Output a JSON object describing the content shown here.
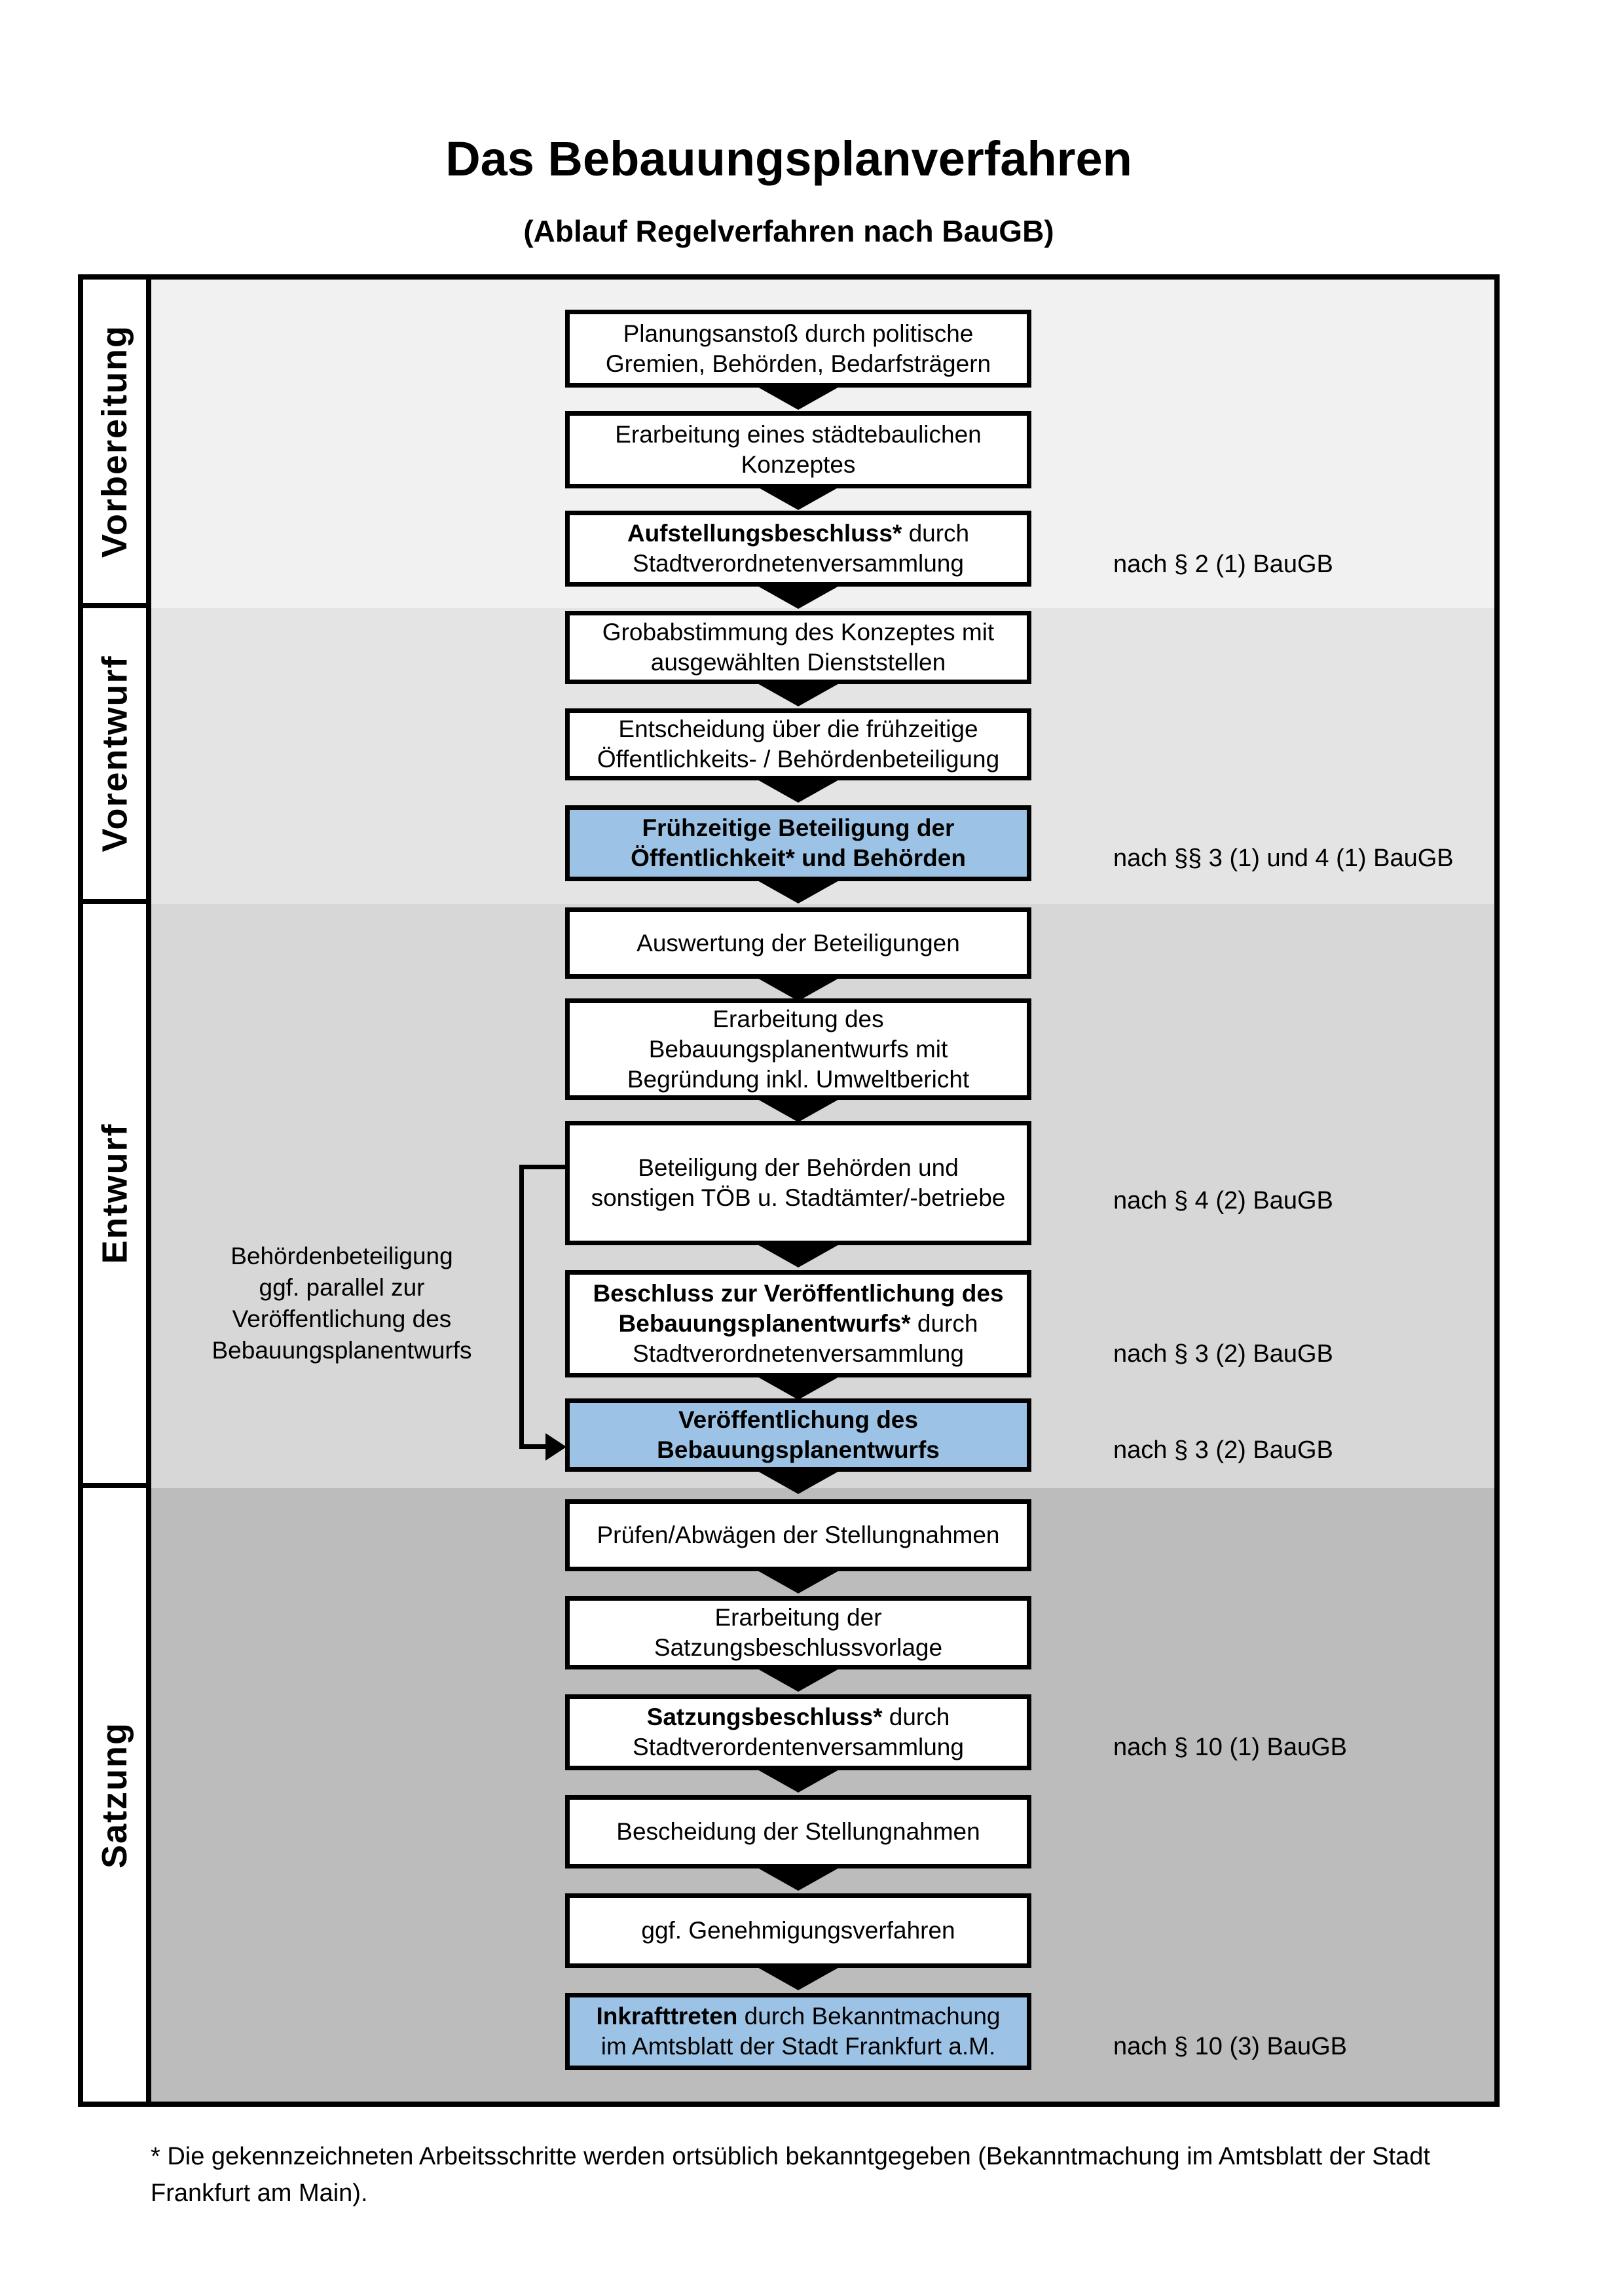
{
  "title": "Das Bebauungsplanverfahren",
  "subtitle": "(Ablauf Regelverfahren nach BauGB)",
  "colors": {
    "highlight_box": "#9cc3e5",
    "box_background": "#ffffff",
    "box_border": "#000000",
    "phase_backgrounds": [
      "#f1f1f1",
      "#e4e4e4",
      "#d7d7d7",
      "#bcbcbc"
    ]
  },
  "phases": [
    {
      "label": "Vorbereitung"
    },
    {
      "label": "Vorentwurf"
    },
    {
      "label": "Entwurf"
    },
    {
      "label": "Satzung"
    }
  ],
  "boxes": [
    {
      "id": "planungsanstoss",
      "phase": 0,
      "highlight": false,
      "arrow_after": true,
      "lines": [
        [
          {
            "text": "Planungsanstoß durch politische",
            "bold": false
          }
        ],
        [
          {
            "text": "Gremien, Behörden, Bedarfsträgern",
            "bold": false
          }
        ]
      ]
    },
    {
      "id": "staedtebauliches-konzept",
      "phase": 0,
      "highlight": false,
      "arrow_after": true,
      "lines": [
        [
          {
            "text": "Erarbeitung eines städtebaulichen",
            "bold": false
          }
        ],
        [
          {
            "text": "Konzeptes",
            "bold": false
          }
        ]
      ]
    },
    {
      "id": "aufstellungsbeschluss",
      "phase": 0,
      "highlight": false,
      "arrow_after": true,
      "lines": [
        [
          {
            "text": "Aufstellungsbeschluss*",
            "bold": true
          },
          {
            "text": " durch",
            "bold": false
          }
        ],
        [
          {
            "text": "Stadtverordnetenversammlung",
            "bold": false
          }
        ]
      ]
    },
    {
      "id": "grobabstimmung",
      "phase": 1,
      "highlight": false,
      "arrow_after": true,
      "lines": [
        [
          {
            "text": "Grobabstimmung des Konzeptes mit",
            "bold": false
          }
        ],
        [
          {
            "text": "ausgewählten Dienststellen",
            "bold": false
          }
        ]
      ]
    },
    {
      "id": "entscheidung-fruehzeitige-beteiligung",
      "phase": 1,
      "highlight": false,
      "arrow_after": true,
      "lines": [
        [
          {
            "text": "Entscheidung über die frühzeitige",
            "bold": false
          }
        ],
        [
          {
            "text": "Öffentlichkeits- / Behördenbeteiligung",
            "bold": false
          }
        ]
      ]
    },
    {
      "id": "fruehzeitige-beteiligung",
      "phase": 1,
      "highlight": true,
      "arrow_after": true,
      "lines": [
        [
          {
            "text": "Frühzeitige Beteiligung der",
            "bold": true
          }
        ],
        [
          {
            "text": "Öffentlichkeit* und Behörden",
            "bold": true
          }
        ]
      ]
    },
    {
      "id": "auswertung-beteiligungen",
      "phase": 2,
      "highlight": false,
      "arrow_after": true,
      "lines": [
        [
          {
            "text": "Auswertung der Beteiligungen",
            "bold": false
          }
        ]
      ]
    },
    {
      "id": "erarbeitung-bebauungsplanentwurf",
      "phase": 2,
      "highlight": false,
      "arrow_after": true,
      "lines": [
        [
          {
            "text": "Erarbeitung des",
            "bold": false
          }
        ],
        [
          {
            "text": "Bebauungsplanentwurfs mit",
            "bold": false
          }
        ],
        [
          {
            "text": "Begründung inkl. Umweltbericht",
            "bold": false
          }
        ]
      ]
    },
    {
      "id": "behoerdenbeteiligung-toeb",
      "phase": 2,
      "highlight": false,
      "arrow_after": true,
      "lines": [
        [
          {
            "text": "Beteiligung der Behörden und",
            "bold": false
          }
        ],
        [
          {
            "text": "sonstigen TÖB u. Stadtämter/-betriebe",
            "bold": false
          }
        ]
      ]
    },
    {
      "id": "beschluss-veroeffentlichung",
      "phase": 2,
      "highlight": false,
      "arrow_after": true,
      "lines": [
        [
          {
            "text": "Beschluss zur Veröffentlichung des",
            "bold": true
          }
        ],
        [
          {
            "text": "Bebauungsplanentwurfs*",
            "bold": true
          },
          {
            "text": " durch",
            "bold": false
          }
        ],
        [
          {
            "text": "Stadtverordnetenversammlung",
            "bold": false
          }
        ]
      ]
    },
    {
      "id": "veroeffentlichung-bebauungsplanentwurf",
      "phase": 2,
      "highlight": true,
      "arrow_after": true,
      "lines": [
        [
          {
            "text": "Veröffentlichung des",
            "bold": true
          }
        ],
        [
          {
            "text": "Bebauungsplanentwurfs",
            "bold": true
          }
        ]
      ]
    },
    {
      "id": "pruefen-abwaegen-stellungnahmen",
      "phase": 3,
      "highlight": false,
      "arrow_after": true,
      "lines": [
        [
          {
            "text": "Prüfen/Abwägen der Stellungnahmen",
            "bold": false
          }
        ]
      ]
    },
    {
      "id": "erarbeitung-satzungsbeschlussvorlage",
      "phase": 3,
      "highlight": false,
      "arrow_after": true,
      "lines": [
        [
          {
            "text": "Erarbeitung der",
            "bold": false
          }
        ],
        [
          {
            "text": "Satzungsbeschlussvorlage",
            "bold": false
          }
        ]
      ]
    },
    {
      "id": "satzungsbeschluss",
      "phase": 3,
      "highlight": false,
      "arrow_after": true,
      "lines": [
        [
          {
            "text": "Satzungsbeschluss*",
            "bold": true
          },
          {
            "text": " durch",
            "bold": false
          }
        ],
        [
          {
            "text": "Stadtverordentenversammlung",
            "bold": false
          }
        ]
      ]
    },
    {
      "id": "bescheidung-stellungnahmen",
      "phase": 3,
      "highlight": false,
      "arrow_after": true,
      "lines": [
        [
          {
            "text": "Bescheidung der Stellungnahmen",
            "bold": false
          }
        ]
      ]
    },
    {
      "id": "ggf-genehmigungsverfahren",
      "phase": 3,
      "highlight": false,
      "arrow_after": true,
      "lines": [
        [
          {
            "text": "ggf. Genehmigungsverfahren",
            "bold": false
          }
        ]
      ]
    },
    {
      "id": "inkrafttreten",
      "phase": 3,
      "highlight": true,
      "arrow_after": false,
      "lines": [
        [
          {
            "text": "Inkrafttreten",
            "bold": true
          },
          {
            "text": " durch Bekanntmachung",
            "bold": false
          }
        ],
        [
          {
            "text": "im Amtsblatt der Stadt Frankfurt a.M.",
            "bold": false
          }
        ]
      ]
    }
  ],
  "references": [
    {
      "text": "nach § 2 (1) BauGB",
      "box": "aufstellungsbeschluss"
    },
    {
      "text": "nach §§ 3 (1) und 4 (1) BauGB",
      "box": "fruehzeitige-beteiligung"
    },
    {
      "text": "nach § 4 (2) BauGB",
      "box": "behoerdenbeteiligung-toeb"
    },
    {
      "text": "nach § 3 (2) BauGB",
      "box": "beschluss-veroeffentlichung"
    },
    {
      "text": "nach § 3 (2) BauGB",
      "box": "veroeffentlichung-bebauungsplanentwurf"
    },
    {
      "text": "nach § 10 (1) BauGB",
      "box": "satzungsbeschluss"
    },
    {
      "text": "nach § 10 (3) BauGB",
      "box": "inkrafttreten"
    }
  ],
  "side_note": {
    "lines": [
      "Behördenbeteiligung",
      "ggf. parallel zur",
      "Veröffentlichung des",
      "Bebauungsplanentwurfs"
    ]
  },
  "footnote": "* Die gekennzeichneten Arbeitsschritte werden ortsüblich bekanntgegeben (Bekanntmachung im Amtsblatt  der Stadt Frankfurt am Main)."
}
